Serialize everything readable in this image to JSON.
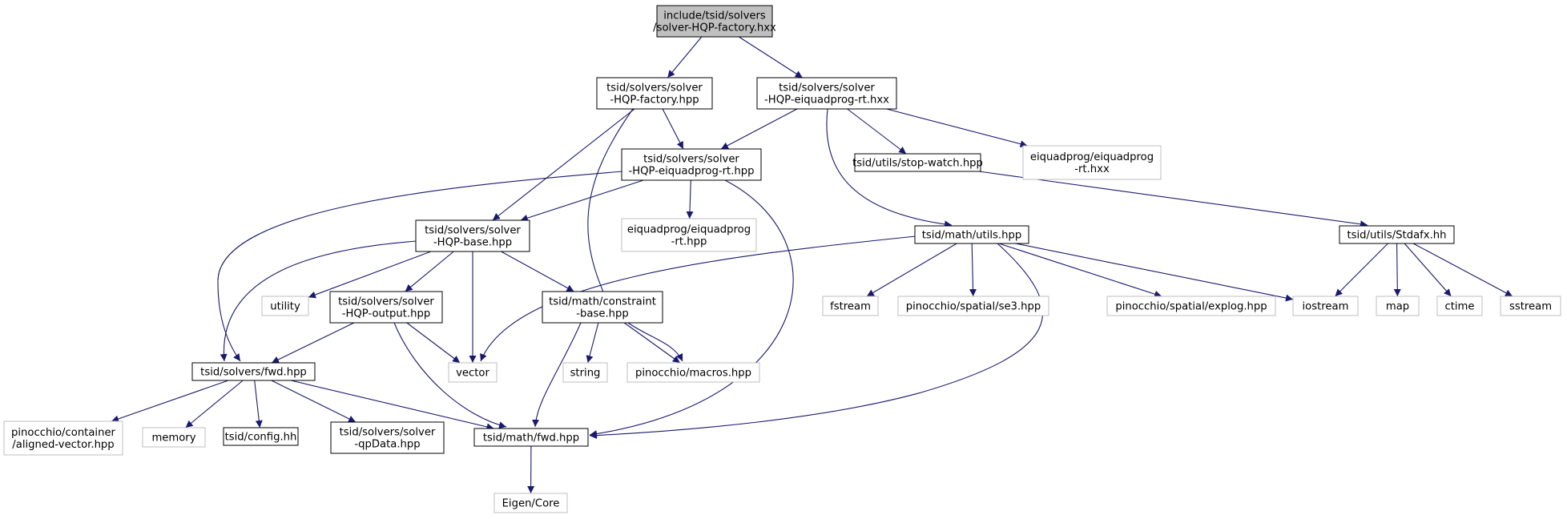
{
  "graph": {
    "edge_color": "#191970",
    "nodes": [
      {
        "id": "root",
        "lines": [
          "include/tsid/solvers",
          "/solver-HQP-factory.hxx"
        ],
        "kind": "root"
      },
      {
        "id": "factory_hpp",
        "lines": [
          "tsid/solvers/solver",
          "-HQP-factory.hpp"
        ],
        "kind": "documented"
      },
      {
        "id": "eiquadprog_rt_hxx",
        "lines": [
          "tsid/solvers/solver",
          "-HQP-eiquadprog-rt.hxx"
        ],
        "kind": "documented"
      },
      {
        "id": "eiquadprog_rt_hpp",
        "lines": [
          "tsid/solvers/solver",
          "-HQP-eiquadprog-rt.hpp"
        ],
        "kind": "documented"
      },
      {
        "id": "stop_watch",
        "lines": [
          "tsid/utils/stop-watch.hpp"
        ],
        "kind": "documented"
      },
      {
        "id": "eq_rt_hxx",
        "lines": [
          "eiquadprog/eiquadprog",
          "-rt.hxx"
        ],
        "kind": "external"
      },
      {
        "id": "base_hpp",
        "lines": [
          "tsid/solvers/solver",
          "-HQP-base.hpp"
        ],
        "kind": "documented"
      },
      {
        "id": "eq_rt_hpp",
        "lines": [
          "eiquadprog/eiquadprog",
          "-rt.hpp"
        ],
        "kind": "external"
      },
      {
        "id": "math_utils",
        "lines": [
          "tsid/math/utils.hpp"
        ],
        "kind": "documented"
      },
      {
        "id": "stdafx",
        "lines": [
          "tsid/utils/Stdafx.hh"
        ],
        "kind": "documented"
      },
      {
        "id": "utility",
        "lines": [
          "utility"
        ],
        "kind": "external"
      },
      {
        "id": "output_hpp",
        "lines": [
          "tsid/solvers/solver",
          "-HQP-output.hpp"
        ],
        "kind": "documented"
      },
      {
        "id": "constraint_base",
        "lines": [
          "tsid/math/constraint",
          "-base.hpp"
        ],
        "kind": "documented"
      },
      {
        "id": "fstream",
        "lines": [
          "fstream"
        ],
        "kind": "external"
      },
      {
        "id": "se3",
        "lines": [
          "pinocchio/spatial/se3.hpp"
        ],
        "kind": "external"
      },
      {
        "id": "explog",
        "lines": [
          "pinocchio/spatial/explog.hpp"
        ],
        "kind": "external"
      },
      {
        "id": "iostream",
        "lines": [
          "iostream"
        ],
        "kind": "external"
      },
      {
        "id": "map",
        "lines": [
          "map"
        ],
        "kind": "external"
      },
      {
        "id": "ctime",
        "lines": [
          "ctime"
        ],
        "kind": "external"
      },
      {
        "id": "sstream",
        "lines": [
          "sstream"
        ],
        "kind": "external"
      },
      {
        "id": "solvers_fwd",
        "lines": [
          "tsid/solvers/fwd.hpp"
        ],
        "kind": "documented"
      },
      {
        "id": "vector",
        "lines": [
          "vector"
        ],
        "kind": "external"
      },
      {
        "id": "string",
        "lines": [
          "string"
        ],
        "kind": "external"
      },
      {
        "id": "macros",
        "lines": [
          "pinocchio/macros.hpp"
        ],
        "kind": "external"
      },
      {
        "id": "aligned_vector",
        "lines": [
          "pinocchio/container",
          "/aligned-vector.hpp"
        ],
        "kind": "external"
      },
      {
        "id": "memory",
        "lines": [
          "memory"
        ],
        "kind": "external"
      },
      {
        "id": "config",
        "lines": [
          "tsid/config.hh"
        ],
        "kind": "documented"
      },
      {
        "id": "qpdata",
        "lines": [
          "tsid/solvers/solver",
          "-qpData.hpp"
        ],
        "kind": "documented"
      },
      {
        "id": "math_fwd",
        "lines": [
          "tsid/math/fwd.hpp"
        ],
        "kind": "documented"
      },
      {
        "id": "eigen_core",
        "lines": [
          "Eigen/Core"
        ],
        "kind": "external"
      }
    ],
    "edges": [
      [
        "root",
        "factory_hpp"
      ],
      [
        "root",
        "eiquadprog_rt_hxx"
      ],
      [
        "factory_hpp",
        "eiquadprog_rt_hpp"
      ],
      [
        "factory_hpp",
        "base_hpp"
      ],
      [
        "factory_hpp",
        "macros"
      ],
      [
        "eiquadprog_rt_hxx",
        "eiquadprog_rt_hpp"
      ],
      [
        "eiquadprog_rt_hxx",
        "stop_watch"
      ],
      [
        "eiquadprog_rt_hxx",
        "eq_rt_hxx"
      ],
      [
        "eiquadprog_rt_hxx",
        "math_utils"
      ],
      [
        "eiquadprog_rt_hpp",
        "base_hpp"
      ],
      [
        "eiquadprog_rt_hpp",
        "eq_rt_hpp"
      ],
      [
        "eiquadprog_rt_hpp",
        "solvers_fwd"
      ],
      [
        "eiquadprog_rt_hpp",
        "math_fwd"
      ],
      [
        "stop_watch",
        "stdafx"
      ],
      [
        "base_hpp",
        "solvers_fwd"
      ],
      [
        "base_hpp",
        "utility"
      ],
      [
        "base_hpp",
        "output_hpp"
      ],
      [
        "base_hpp",
        "vector"
      ],
      [
        "base_hpp",
        "constraint_base"
      ],
      [
        "math_utils",
        "vector"
      ],
      [
        "math_utils",
        "fstream"
      ],
      [
        "math_utils",
        "se3"
      ],
      [
        "math_utils",
        "explog"
      ],
      [
        "math_utils",
        "iostream"
      ],
      [
        "math_utils",
        "math_fwd"
      ],
      [
        "stdafx",
        "iostream"
      ],
      [
        "stdafx",
        "map"
      ],
      [
        "stdafx",
        "ctime"
      ],
      [
        "stdafx",
        "sstream"
      ],
      [
        "output_hpp",
        "solvers_fwd"
      ],
      [
        "output_hpp",
        "vector"
      ],
      [
        "output_hpp",
        "math_fwd"
      ],
      [
        "constraint_base",
        "string"
      ],
      [
        "constraint_base",
        "macros"
      ],
      [
        "constraint_base",
        "math_fwd"
      ],
      [
        "solvers_fwd",
        "aligned_vector"
      ],
      [
        "solvers_fwd",
        "memory"
      ],
      [
        "solvers_fwd",
        "config"
      ],
      [
        "solvers_fwd",
        "qpdata"
      ],
      [
        "solvers_fwd",
        "math_fwd"
      ],
      [
        "math_fwd",
        "eigen_core"
      ]
    ]
  }
}
